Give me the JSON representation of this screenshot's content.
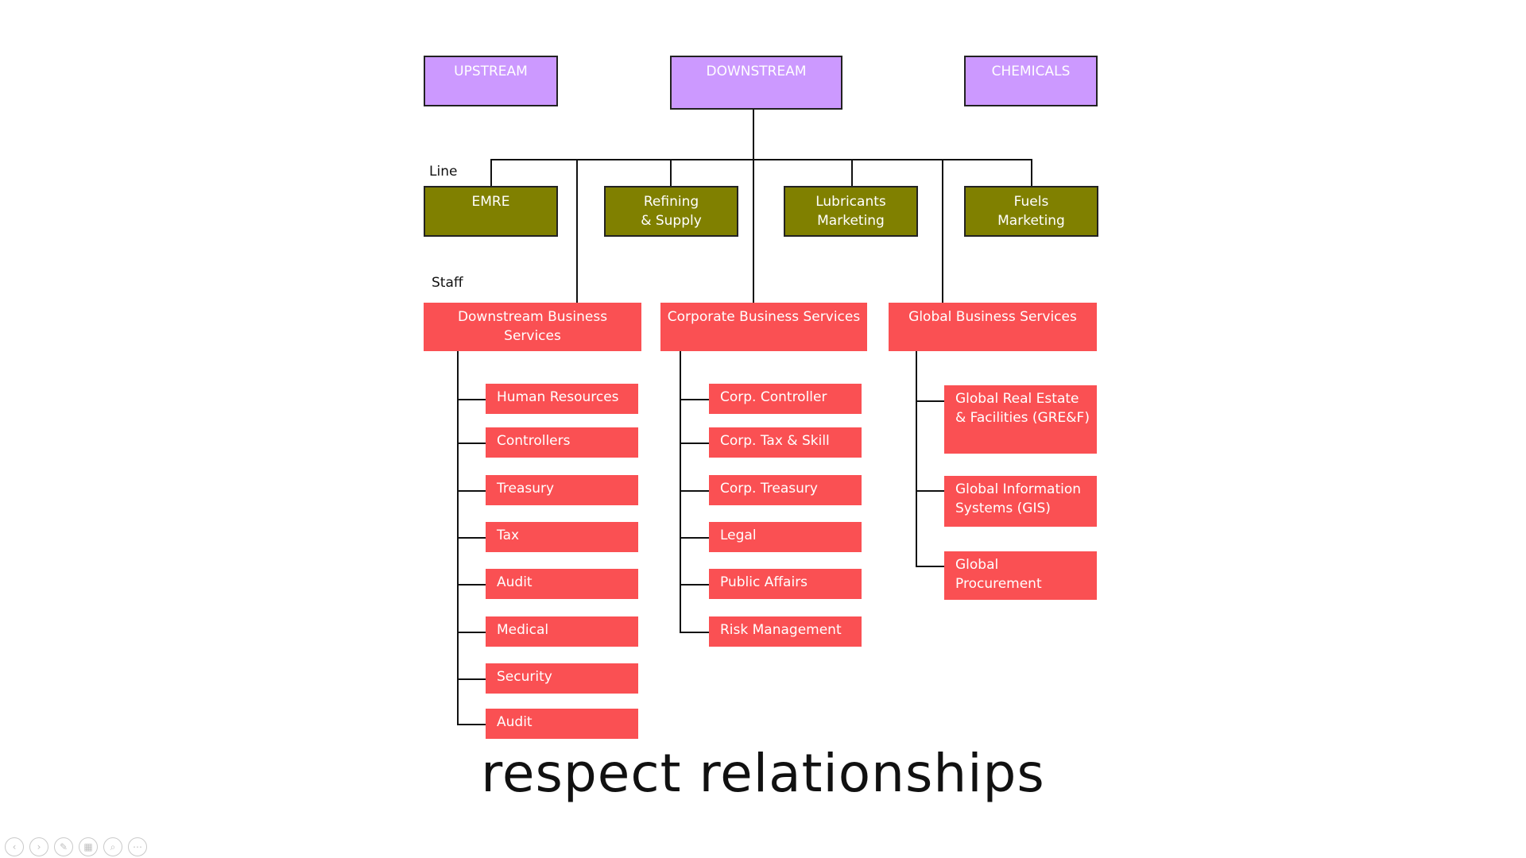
{
  "divisions": [
    "UPSTREAM",
    "DOWNSTREAM",
    "CHEMICALS"
  ],
  "line_label": "Line",
  "staff_label": "Staff",
  "line_units": [
    {
      "lines": [
        "EMRE"
      ]
    },
    {
      "lines": [
        "Refining",
        "& Supply"
      ]
    },
    {
      "lines": [
        "Lubricants",
        "Marketing"
      ]
    },
    {
      "lines": [
        "Fuels",
        "Marketing"
      ]
    }
  ],
  "staff_groups": [
    {
      "title_lines": [
        "Downstream Business",
        "Services"
      ],
      "items": [
        "Human Resources",
        "Controllers",
        "Treasury",
        "Tax",
        "Audit",
        "Medical",
        "Security",
        "Audit"
      ]
    },
    {
      "title_lines": [
        "Corporate Business Services"
      ],
      "items": [
        "Corp. Controller",
        "Corp. Tax & Skill",
        "Corp. Treasury",
        "Legal",
        "Public Affairs",
        "Risk Management"
      ]
    },
    {
      "title_lines": [
        "Global Business Services"
      ],
      "items": [
        [
          "Global Real Estate",
          "& Facilities (GRE&F)"
        ],
        [
          "Global Information",
          "Systems (GIS)"
        ],
        [
          "Global",
          "Procurement"
        ]
      ]
    }
  ],
  "slide_title": "respect relationships",
  "controls": [
    {
      "icon": "previous-icon",
      "glyph": "‹"
    },
    {
      "icon": "next-icon",
      "glyph": "›"
    },
    {
      "icon": "pen-icon",
      "glyph": "✎"
    },
    {
      "icon": "slides-grid-icon",
      "glyph": "▦"
    },
    {
      "icon": "zoom-icon",
      "glyph": "⌕"
    },
    {
      "icon": "more-options-icon",
      "glyph": "⋯"
    }
  ],
  "colors": {
    "division": "#cc99ff",
    "line": "#808000",
    "staff": "#fa5053"
  }
}
